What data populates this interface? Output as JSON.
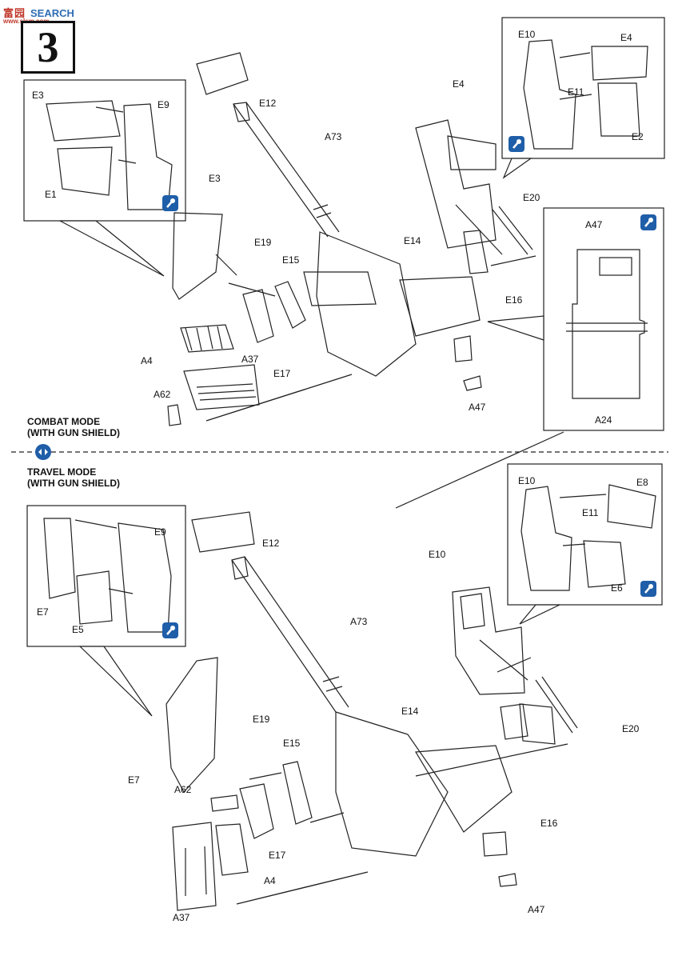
{
  "watermark": {
    "cn": "富园",
    "en": "SEARCH",
    "url": "www.slsm.com"
  },
  "step_number": "3",
  "modes": {
    "combat_title": "COMBAT MODE",
    "combat_sub": "(WITH GUN SHIELD)",
    "travel_title": "TRAVEL MODE",
    "travel_sub": "(WITH GUN SHIELD)"
  },
  "icons": {
    "detail": "spanner-icon",
    "mode_switch": "arrows-icon"
  },
  "colors": {
    "accent": "#1f5ea8",
    "line": "#222222"
  },
  "labels": {
    "top": {
      "e12": "E12",
      "a73": "A73",
      "e4": "E4",
      "e3": "E3",
      "e19": "E19",
      "e15": "E15",
      "e14": "E14",
      "e20": "E20",
      "e16": "E16",
      "a4": "A4",
      "a37": "A37",
      "e17": "E17",
      "a62": "A62",
      "a47": "A47"
    },
    "inset_tl": {
      "e3": "E3",
      "e9": "E9",
      "e1": "E1"
    },
    "inset_tr": {
      "e10": "E10",
      "e4": "E4",
      "e11": "E11",
      "e2": "E2"
    },
    "inset_r": {
      "a47": "A47",
      "a24": "A24"
    },
    "bottom": {
      "e12": "E12",
      "a73": "A73",
      "e10": "E10",
      "e14": "E14",
      "e20": "E20",
      "e19": "E19",
      "e15": "E15",
      "e7": "E7",
      "a62": "A62",
      "e17": "E17",
      "e16": "E16",
      "a4": "A4",
      "a37": "A37",
      "a47": "A47"
    },
    "inset_bl": {
      "e9": "E9",
      "e7": "E7",
      "e5": "E5"
    },
    "inset_br": {
      "e10": "E10",
      "e8": "E8",
      "e11": "E11",
      "e6": "E6"
    }
  }
}
